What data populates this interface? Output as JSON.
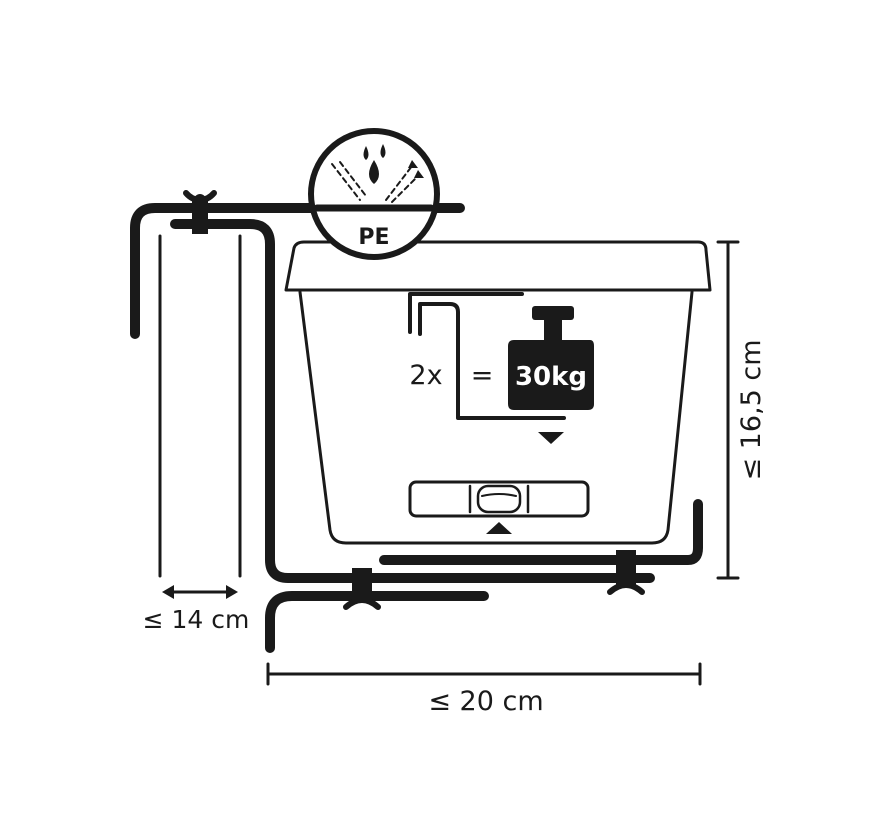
{
  "labels": {
    "material": "PE",
    "load_multiplier": "2x",
    "equals": "=",
    "load_weight": "30kg",
    "max_rail_width": "≤ 14 cm",
    "max_total_width": "≤ 20 cm",
    "max_height": "≤ 16,5 cm"
  },
  "icons": {
    "material_badge": "water-drop-shield-icon",
    "weight": "weight-icon",
    "spirit_level": "spirit-level-icon",
    "screw_clamp": "wing-screw-clamp-icon"
  },
  "colors": {
    "ink": "#1a1a1a",
    "background": "#ffffff"
  }
}
